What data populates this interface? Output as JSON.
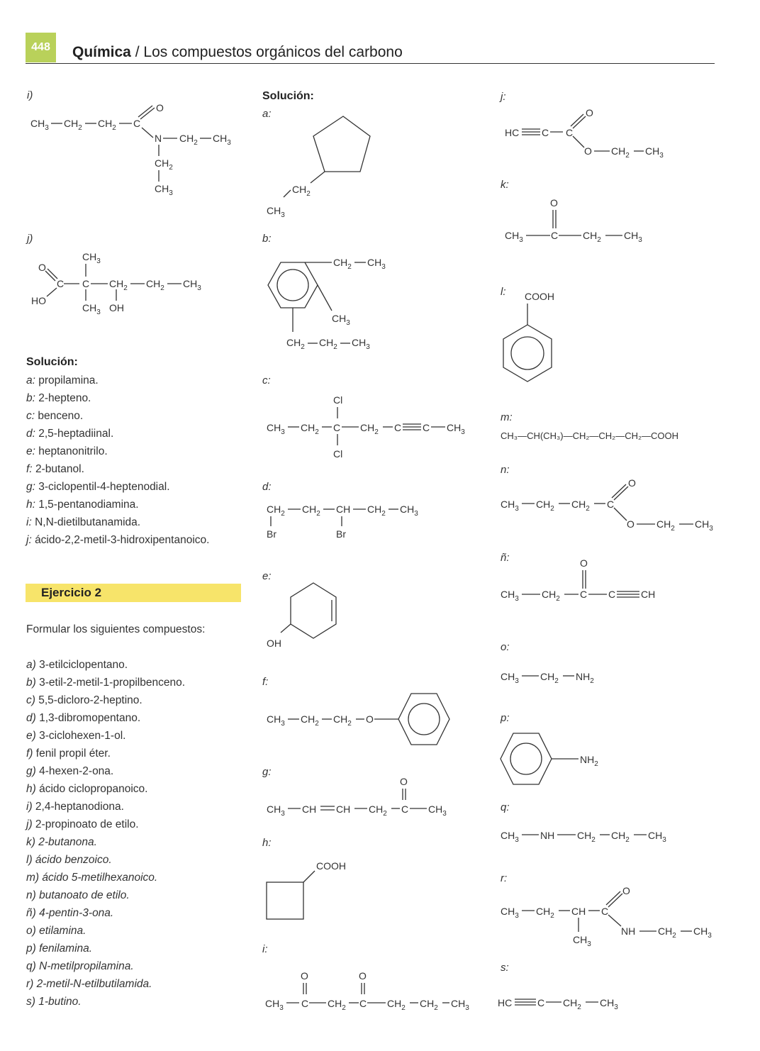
{
  "header": {
    "page_number": "448",
    "subject": "Química",
    "separator": " / ",
    "chapter": "Los compuestos orgánicos del carbono"
  },
  "left": {
    "label_i": "i)",
    "label_j": "j)",
    "solution_title": "Solución:",
    "answers": [
      {
        "key": "a:",
        "text": "propilamina."
      },
      {
        "key": "b:",
        "text": "2-hepteno."
      },
      {
        "key": "c:",
        "text": "benceno."
      },
      {
        "key": "d:",
        "text": "2,5-heptadiinal."
      },
      {
        "key": "e:",
        "text": "heptanonitrilo."
      },
      {
        "key": "f:",
        "text": "2-butanol."
      },
      {
        "key": "g:",
        "text": "3-ciclopentil-4-heptenodial."
      },
      {
        "key": "h:",
        "text": "1,5-pentanodiamina."
      },
      {
        "key": "i:",
        "text": "N,N-dietilbutanamida."
      },
      {
        "key": "j:",
        "text": "ácido-2,2-metil-3-hidroxipentanoico."
      }
    ],
    "exercise_title": "Ejercicio 2",
    "instruction": "Formular los siguientes compuestos:",
    "exercises": [
      {
        "key": "a)",
        "text": "3-etilciclopentano."
      },
      {
        "key": "b)",
        "text": "3-etil-2-metil-1-propilbenceno."
      },
      {
        "key": "c)",
        "text": "5,5-dicloro-2-heptino."
      },
      {
        "key": "d)",
        "text": "1,3-dibromopentano."
      },
      {
        "key": "e)",
        "text": "3-ciclohexen-1-ol."
      },
      {
        "key": "f)",
        "text": "fenil propil éter."
      },
      {
        "key": "g)",
        "text": "4-hexen-2-ona."
      },
      {
        "key": "h)",
        "text": "ácido ciclopropanoico."
      },
      {
        "key": "i)",
        "text": "2,4-heptanodiona."
      },
      {
        "key": "j)",
        "text": "2-propinoato de etilo."
      },
      {
        "key": "k)",
        "text": "2-butanona."
      },
      {
        "key": "l)",
        "text": "ácido benzoico."
      },
      {
        "key": "m)",
        "text": "ácido 5-metilhexanoico."
      },
      {
        "key": "n)",
        "text": "butanoato de etilo."
      },
      {
        "key": "ñ)",
        "text": "4-pentin-3-ona."
      },
      {
        "key": "o)",
        "text": "etilamina."
      },
      {
        "key": "p)",
        "text": "fenilamina."
      },
      {
        "key": "q)",
        "text": "N-metilpropilamina."
      },
      {
        "key": "r)",
        "text": "2-metil-N-etilbutilamida."
      },
      {
        "key": "s)",
        "text": "1-butino."
      }
    ]
  },
  "middle": {
    "solution_title": "Solución:",
    "labels": {
      "a": "a:",
      "b": "b:",
      "c": "c:",
      "d": "d:",
      "e": "e:",
      "f": "f:",
      "g": "g:",
      "h": "h:",
      "i": "i:"
    }
  },
  "right": {
    "labels": {
      "j": "j:",
      "k": "k:",
      "l": "l:",
      "m": "m:",
      "n": "n:",
      "nn": "ñ:",
      "o": "o:",
      "p": "p:",
      "q": "q:",
      "r": "r:",
      "s": "s:"
    }
  },
  "formulas": {
    "ch3": "CH",
    "ch2": "CH",
    "sub3": "3",
    "sub2": "2",
    "c": "C",
    "o": "O",
    "n": "N",
    "nh": "NH",
    "nh2": "NH",
    "hc": "HC",
    "ho": "HO",
    "oh": "OH",
    "cl": "Cl",
    "br": "Br",
    "ch": "CH",
    "cooh": "COOH",
    "m_chain": "CH₃—CH(CH₃)—CH₂—CH₂—CH₂—COOH"
  }
}
